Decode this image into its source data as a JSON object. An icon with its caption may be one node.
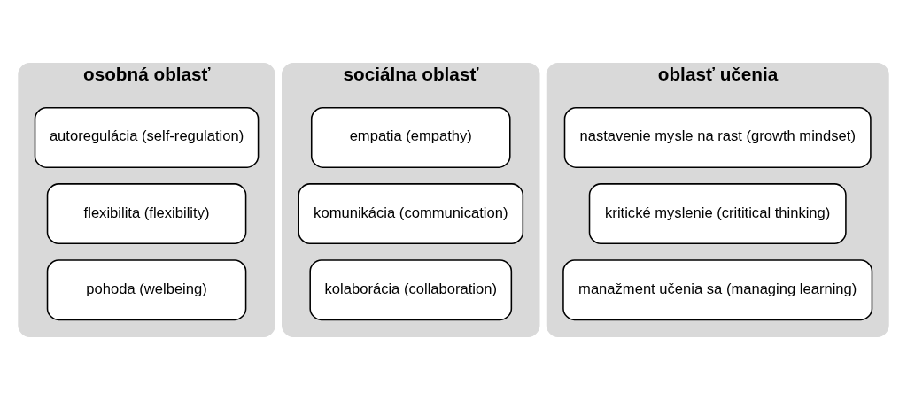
{
  "diagram": {
    "nodes": [
      {
        "text": [
          "osobná oblasť"
        ]
      },
      {
        "text": [
          "autoregulácia (self-regulation)"
        ],
        "in": 0
      },
      {
        "text": [
          "flexibilita (flexibility)"
        ],
        "in": 0
      },
      {
        "text": [
          "pohoda (welbeing)"
        ],
        "in": 0
      },
      {
        "text": [
          "sociálna oblasť"
        ]
      },
      {
        "text": [
          "empatia (empathy)"
        ],
        "in": 4
      },
      {
        "text": [
          "komunikácia (communication)"
        ],
        "in": 4
      },
      {
        "text": [
          "kolaborácia (collaboration)"
        ],
        "in": 4
      },
      {
        "text": [
          "oblasť učenia"
        ]
      },
      {
        "text": [
          "nastavenie mysle na rast (growth mindset)"
        ],
        "in": 8
      },
      {
        "text": [
          "kritické myslenie (crititical thinking)"
        ],
        "in": 8
      },
      {
        "text": [
          "manažment učenia sa (managing learning)"
        ],
        "in": 8
      }
    ],
    "edges": []
  }
}
